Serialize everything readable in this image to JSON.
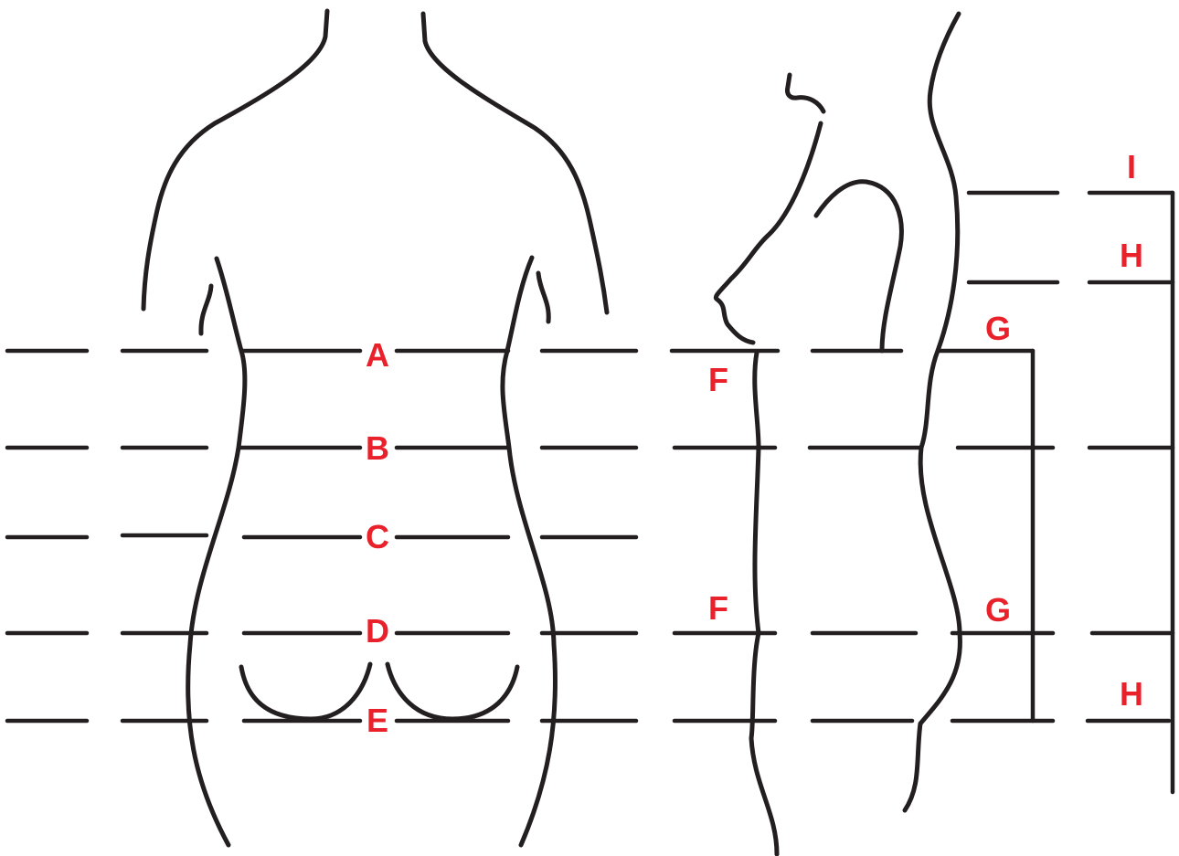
{
  "diagram": {
    "label_color": "#e8212a",
    "line_color": "#231f20",
    "labels": {
      "A": "A",
      "B": "B",
      "C": "C",
      "D": "D",
      "E": "E",
      "F_top": "F",
      "F_bottom": "F",
      "G_top": "G",
      "G_bottom": "G",
      "H_top": "H",
      "H_bottom": "H",
      "I": "I"
    }
  }
}
